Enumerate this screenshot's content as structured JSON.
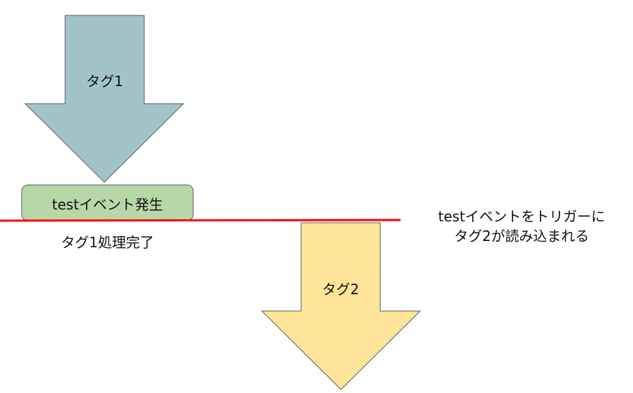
{
  "colors": {
    "arrow1": "#a2c4c9",
    "arrow2": "#ffe599",
    "event_box": "#b6d7a8",
    "line": "#ff0000",
    "stroke": "#595959"
  },
  "arrow1": {
    "label": "タグ1"
  },
  "event_box": {
    "label": "testイベント発生"
  },
  "tag1_done": "タグ1処理完了",
  "arrow2": {
    "label": "タグ2"
  },
  "note": {
    "line1": "testイベントをトリガーに",
    "line2": "タグ2が読み込まれる"
  }
}
